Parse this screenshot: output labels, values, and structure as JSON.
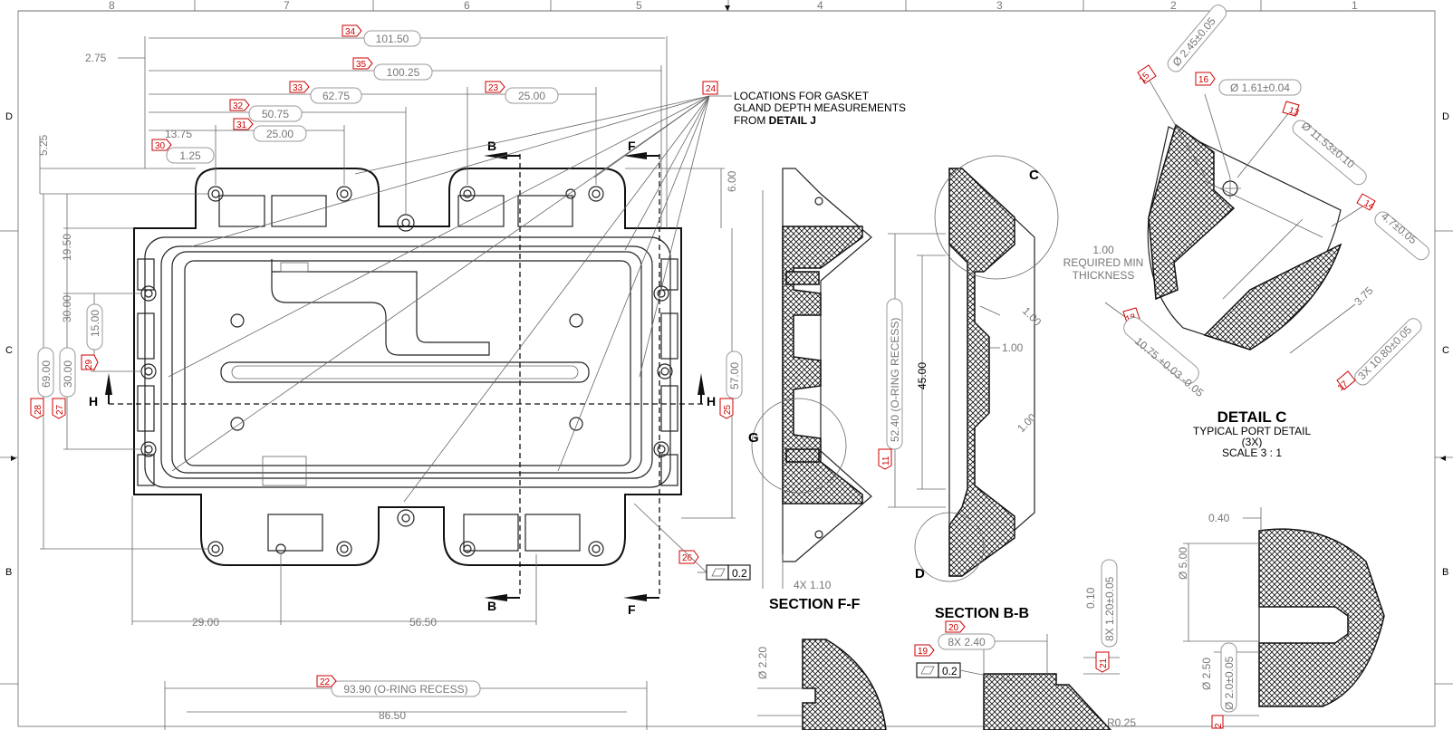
{
  "border": {
    "columns": [
      "8",
      "7",
      "6",
      "5",
      "4",
      "3",
      "2",
      "1"
    ],
    "rows": [
      "D",
      "C",
      "B"
    ]
  },
  "dims": {
    "d101": "101.50",
    "d100": "100.25",
    "d275": "2.75",
    "d6275": "62.75",
    "d25a": "25.00",
    "d5075": "50.75",
    "d1375": "13.75",
    "d25b": "25.00",
    "d125": "1.25",
    "d525": "5.25",
    "d1950": "19.50",
    "d3000a": "30.00",
    "d1500": "15.00",
    "d6900": "69.00",
    "d3000b": "30.00",
    "d600": "6.00",
    "d5700": "57.00",
    "d2900": "29.00",
    "d5650": "56.50",
    "d9390": "93.90 (O-RING RECESS)",
    "d8650": "86.50",
    "d5240": "52.40 (O-RING RECESS)",
    "d4500": "45.00",
    "d100a": "1.00",
    "d100b": "1.00",
    "d100c": "1.00",
    "d4x110": "4X 1.10",
    "d8x240": "8X 2.40",
    "d010": "0.10",
    "d8x120": "8X 1.20±0.05",
    "d220": "Ø 2.20",
    "d040": "0.40",
    "d500": "Ø 5.00",
    "d250": "Ø 2.50",
    "d200": "Ø 2.0±0.05",
    "r025": "R0.25",
    "dia245": "Ø 2.45±0.05",
    "dia161": "Ø 1.61±0.04",
    "dia1153": "Ø 11.53±0.10",
    "d47": "4.7±0.05",
    "d375": "3.75",
    "d1075": "10.75 +0.03 -0.05",
    "d3x1080": "3X 10.80±0.05",
    "reqmin": "1.00 REQUIRED MIN THICKNESS",
    "flat02a": "0.2",
    "flat02b": "0.2"
  },
  "tags": [
    "34",
    "35",
    "33",
    "23",
    "32",
    "31",
    "30",
    "24",
    "29",
    "28",
    "27",
    "25",
    "26",
    "22",
    "11",
    "20",
    "19",
    "21",
    "15",
    "16",
    "13",
    "14",
    "18",
    "17",
    "2"
  ],
  "labels": {
    "note1": "LOCATIONS FOR GASKET",
    "note2": "GLAND DEPTH MEASUREMENTS",
    "note3a": "FROM ",
    "note3b": "DETAIL J",
    "secB": "B",
    "secF": "F",
    "secH": "H",
    "secC": "C",
    "secG": "G",
    "secD": "D",
    "sectionFF": "SECTION F-F",
    "sectionBB": "SECTION B-B",
    "detailC": "DETAIL C",
    "detailC1": "TYPICAL PORT DETAIL",
    "detailC2": "(3X)",
    "detailC3": "SCALE 3 : 1"
  }
}
